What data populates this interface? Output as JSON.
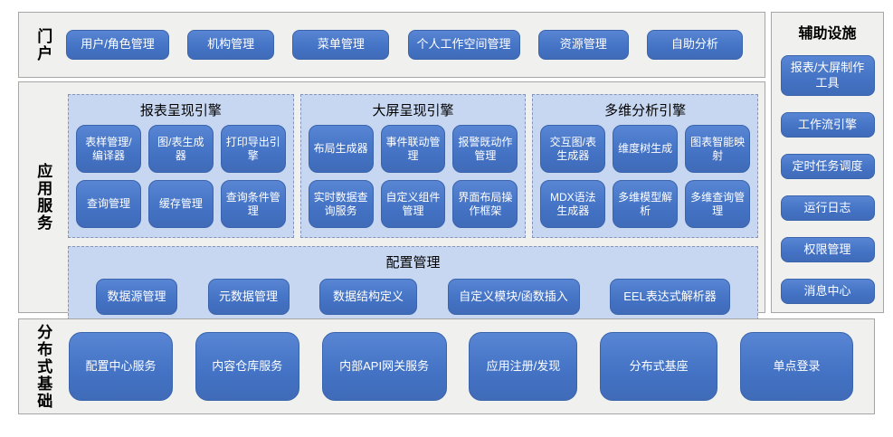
{
  "colors": {
    "page_bg": "#ffffff",
    "section_bg": "#f0f0ee",
    "section_border": "#a6a6a6",
    "button_bg": "#4472c4",
    "button_text": "#ffffff",
    "panel_bg": "#c7d7f1",
    "panel_border": "#8496b8",
    "label_text": "#000000"
  },
  "portal": {
    "label": "门户",
    "buttons": [
      "用户/角色管理",
      "机构管理",
      "菜单管理",
      "个人工作空间管理",
      "资源管理",
      "自助分析"
    ]
  },
  "app_services": {
    "label": "应用服务",
    "engines": [
      {
        "title": "报表呈现引擎",
        "buttons": [
          "表样管理/编译器",
          "图/表生成器",
          "打印导出引擎",
          "查询管理",
          "缓存管理",
          "查询条件管理"
        ]
      },
      {
        "title": "大屏呈现引擎",
        "buttons": [
          "布局生成器",
          "事件联动管理",
          "报警既动作管理",
          "实时数据查询服务",
          "自定义组件管理",
          "界面布局操作框架"
        ]
      },
      {
        "title": "多维分析引擎",
        "buttons": [
          "交互图/表生成器",
          "维度树生成",
          "图表智能映射",
          "MDX语法生成器",
          "多维模型解析",
          "多维查询管理"
        ]
      }
    ],
    "config": {
      "title": "配置管理",
      "buttons": [
        "数据源管理",
        "元数据管理",
        "数据结构定义",
        "自定义模块/函数插入",
        "EEL表达式解析器"
      ]
    }
  },
  "auxiliary": {
    "label": "辅助设施",
    "buttons": [
      "报表/大屏制作工具",
      "工作流引擎",
      "定时任务调度",
      "运行日志",
      "权限管理",
      "消息中心"
    ]
  },
  "distributed": {
    "label": "分布式基础",
    "buttons": [
      "配置中心服务",
      "内容仓库服务",
      "内部API网关服务",
      "应用注册/发现",
      "分布式基座",
      "单点登录"
    ]
  }
}
